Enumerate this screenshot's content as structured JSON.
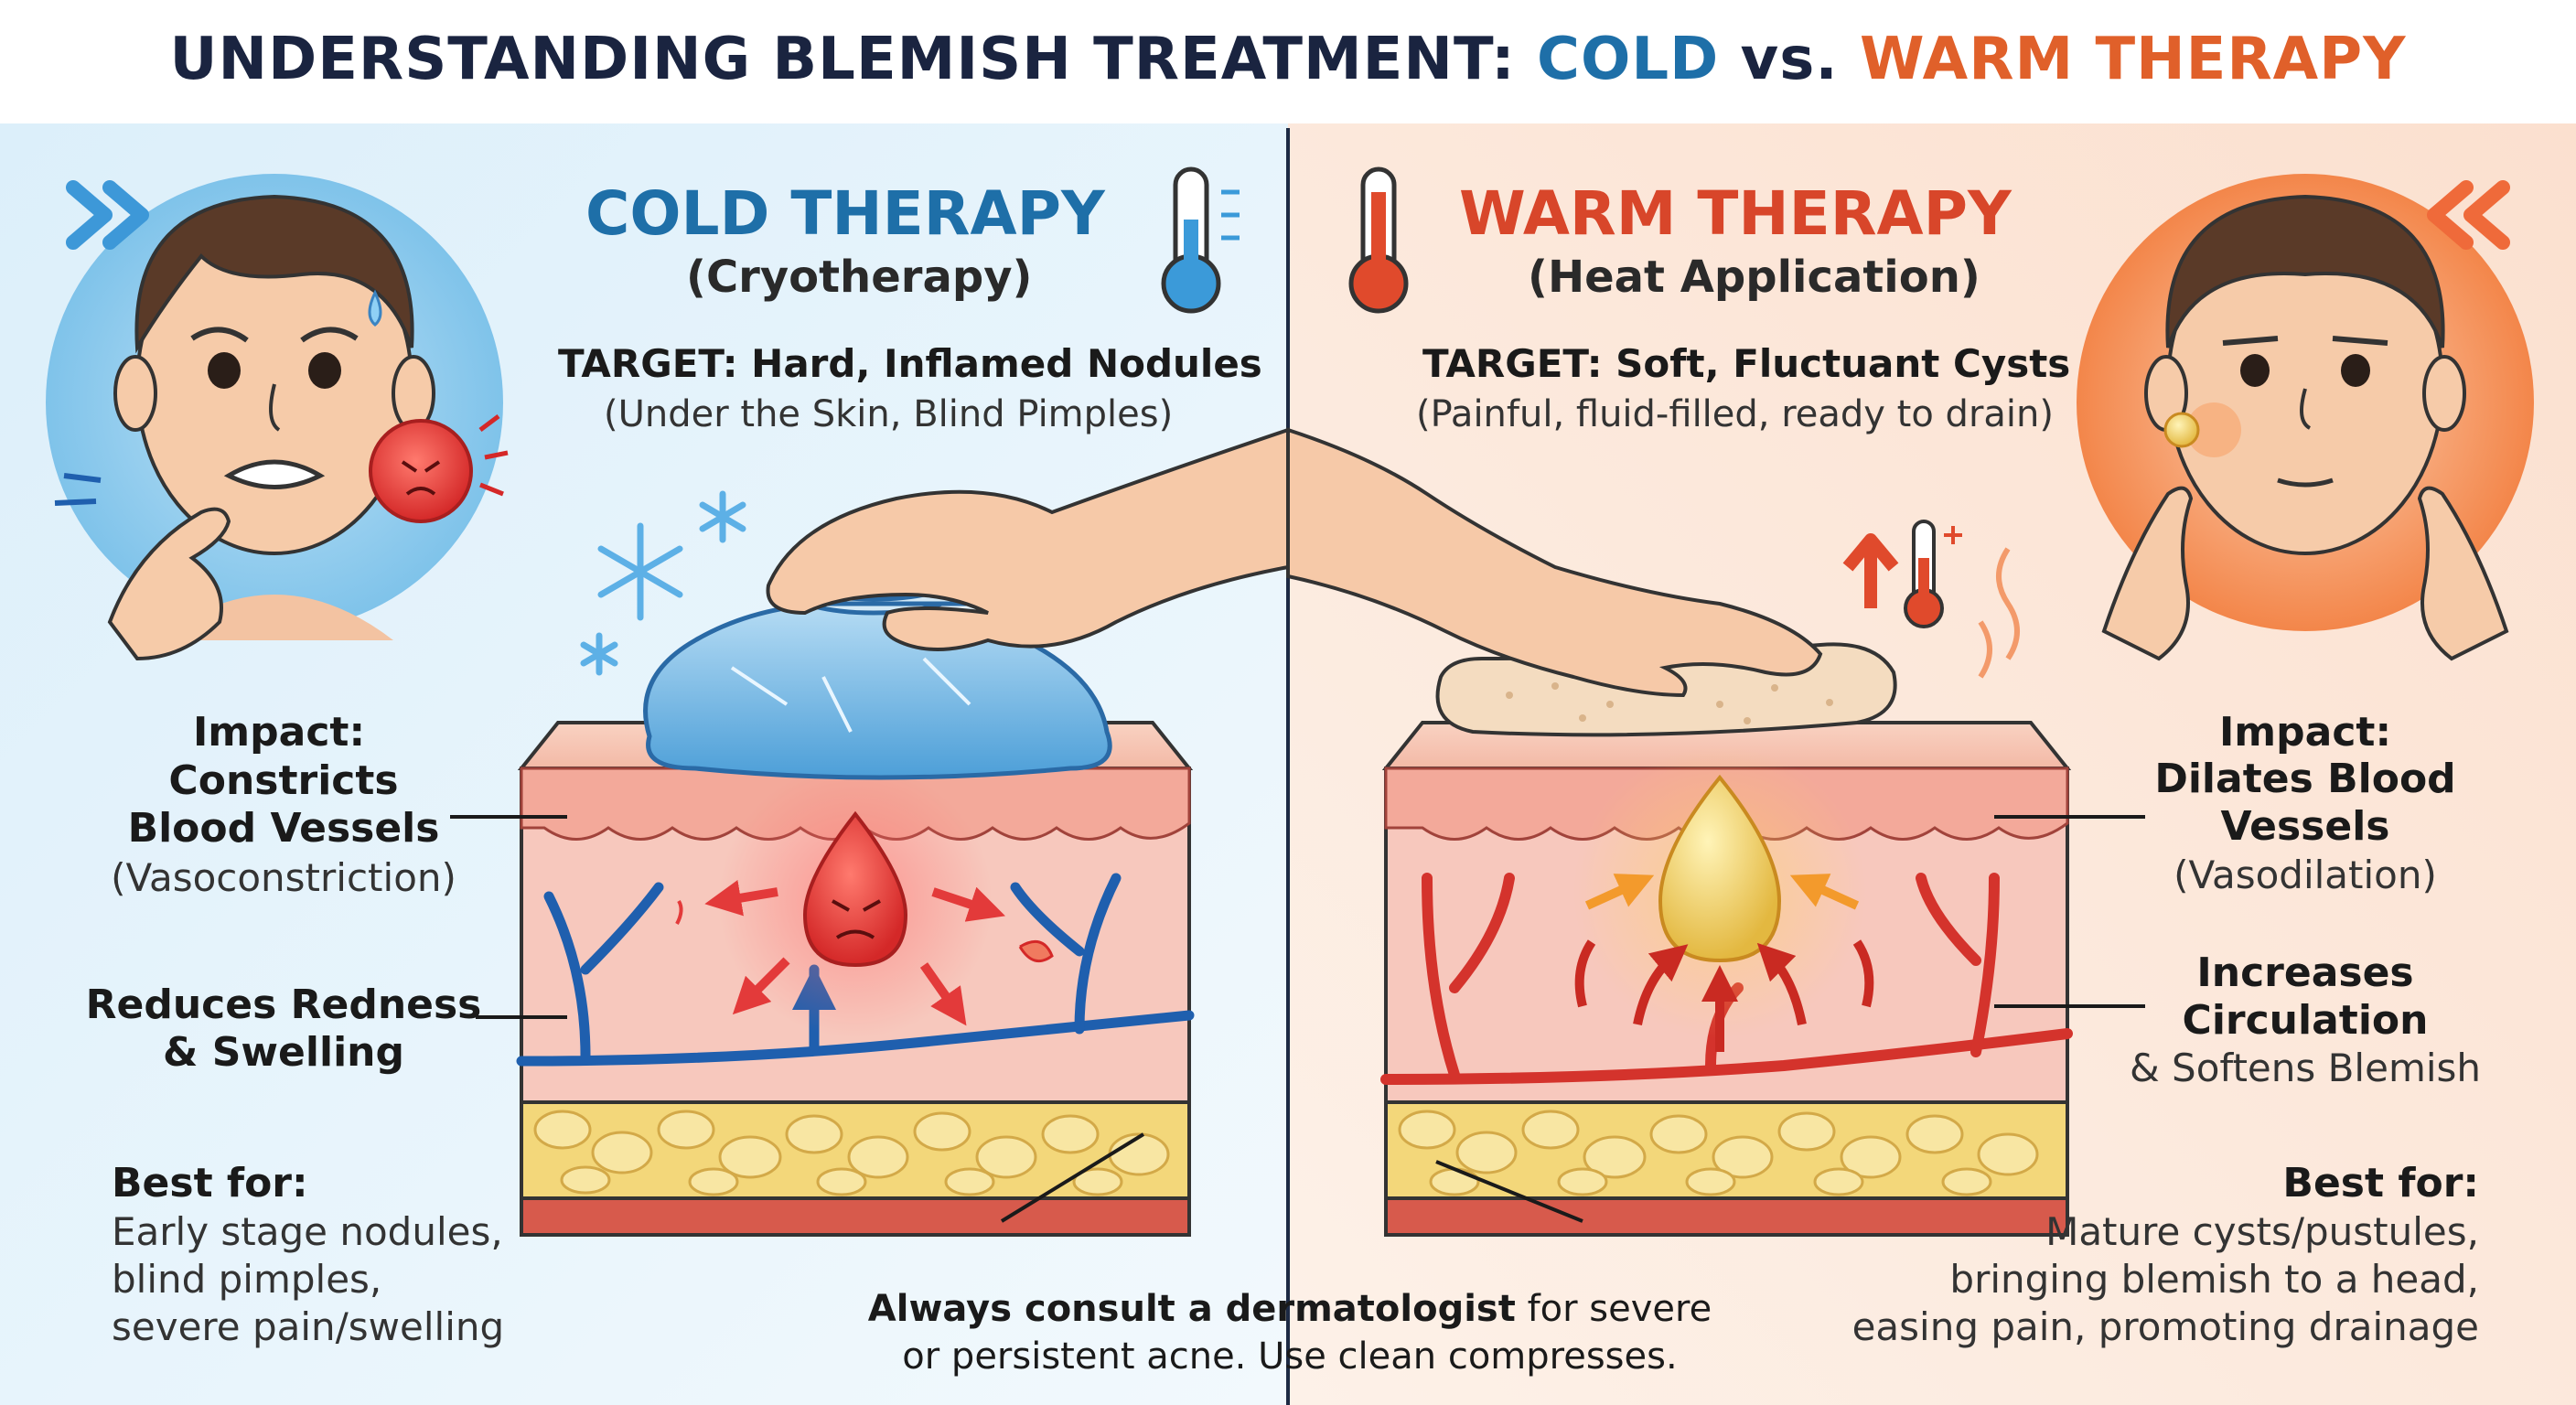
{
  "title": {
    "prefix": "UNDERSTANDING BLEMISH TREATMENT: ",
    "cold": "COLD",
    "vs": " vs. ",
    "warm": "WARM THERAPY"
  },
  "cold": {
    "heading": "COLD THERAPY",
    "subheading": "(Cryotherapy)",
    "target": "TARGET: Hard, Inflamed Nodules",
    "target_note": "(Under the Skin, Blind Pimples)",
    "impact_label": "Impact:",
    "impact_line1": "Constricts",
    "impact_line2": "Blood Vessels",
    "impact_note": "(Vasoconstriction)",
    "effect_line1": "Reduces Redness",
    "effect_line2": "& Swelling",
    "best_label": "Best for:",
    "best_items": [
      "Early stage nodules,",
      "blind pimples,",
      "severe pain/swelling"
    ]
  },
  "warm": {
    "heading": "WARM THERAPY",
    "subheading": "(Heat Application)",
    "target": "TARGET: Soft, Fluctuant Cysts",
    "target_note": "(Painful, fluid-filled, ready to drain)",
    "impact_label": "Impact:",
    "impact_line1": "Dilates Blood",
    "impact_line2": "Vessels",
    "impact_note": "(Vasodilation)",
    "effect_line1": "Increases",
    "effect_line2": "Circulation",
    "effect_note": "& Softens Blemish",
    "best_label": "Best for:",
    "best_items": [
      "Mature cysts/pustules,",
      "bringing blemish to a head,",
      "easing pain, promoting drainage"
    ]
  },
  "footer": {
    "line1_a": "Always consult a ",
    "line1_b": "dermatologist",
    "line1_c": " for severe",
    "line2": "or persistent acne. Use clean compresses."
  },
  "colors": {
    "cold_accent": "#1e6fa8",
    "warm_accent": "#e0602a",
    "cold_bg": "#e6f3fb",
    "warm_bg": "#fcebdf",
    "skin": "#f6c9a8",
    "inflamed": "#e33a3a",
    "vein_blue": "#1f5fae",
    "vein_red": "#d4332c",
    "fat_yellow": "#f3d77a",
    "pus_yellow": "#f3d76a"
  }
}
